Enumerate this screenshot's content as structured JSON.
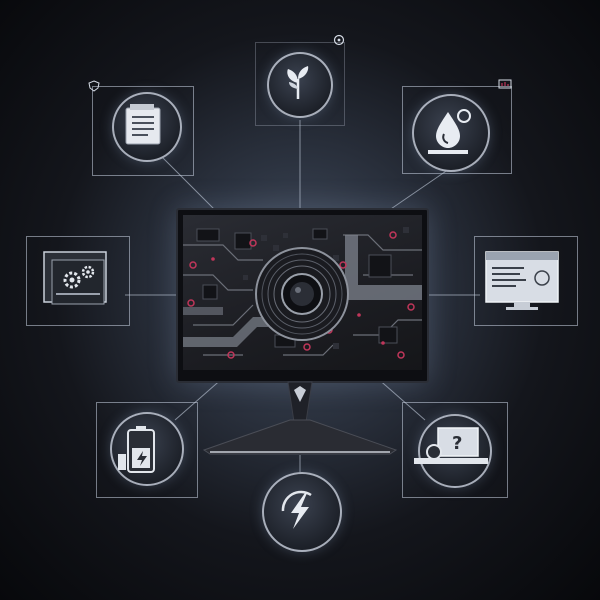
{
  "monitor": {
    "brand_text": ""
  },
  "nodes": [
    {
      "id": "plant",
      "icon": "sprout-icon"
    },
    {
      "id": "document",
      "icon": "document-icon"
    },
    {
      "id": "water",
      "icon": "water-drop-icon"
    },
    {
      "id": "settings",
      "icon": "gear-icon"
    },
    {
      "id": "browser",
      "icon": "browser-window-icon"
    },
    {
      "id": "battery",
      "icon": "battery-icon"
    },
    {
      "id": "help",
      "icon": "question-monitor-icon"
    },
    {
      "id": "energy",
      "icon": "lightning-icon"
    }
  ],
  "colors": {
    "accent": "#c0365a",
    "line": "#c8d2e1",
    "circuit": "#6b6f78",
    "background_center": "#4a5566",
    "background_edge": "#07080b"
  }
}
